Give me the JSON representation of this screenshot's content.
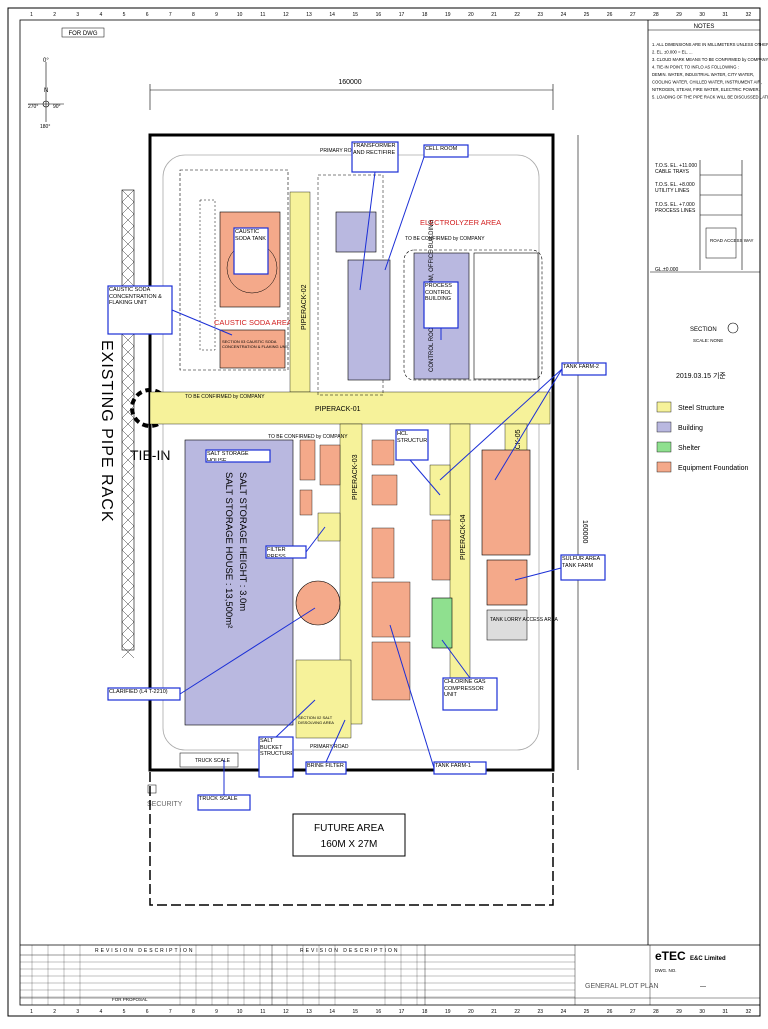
{
  "titles": {
    "top_left_stamp": "FOR DWG",
    "dimension_top": "160000",
    "dimension_right": "160000",
    "existing_pipe_rack": "EXISTING PIPE RACK",
    "tie_in": "TIE-IN"
  },
  "compass": {
    "n": "N",
    "zero": "0°",
    "east": "90°",
    "west": "270°",
    "south": "180°"
  },
  "areas": {
    "caustic_soda_area": "CAUSTIC SODA AREA",
    "electrolyzer_area": "ELECTROLYZER AREA",
    "to_be_confirmed_1": "TO BE CONFIRMED by COMPANY",
    "to_be_confirmed_2": "TO BE CONFIRMED by COMPANY",
    "to_be_confirmed_3": "TO BE CONFIRMED by COMPANY",
    "pipe_rack_01": "PIPERACK-01",
    "pipe_rack_02": "PIPERACK-02",
    "pipe_rack_03": "PIPERACK-03",
    "pipe_rack_04": "PIPERACK-04",
    "pipe_rack_05": "PIPERACK-05",
    "primary_road_top": "PRIMARY ROAD",
    "primary_road_bottom": "PRIMARY ROAD",
    "salt_house_line1": "SALT STORAGE HOUSE : 13,500m²",
    "salt_house_line2": "SALT STORAGE HEIGHT : 3.0m",
    "section_caustic": "SECTION 03 CAUSTIC SODA CONCENTRATION & FLAKING UNIT",
    "section_salt": "SECTION 02 SALT DISSOLVING AREA",
    "control_room": "CONTROL ROOM, SWITCH ROOM, OFFICE BUILDING",
    "truck_scale_small": "TRUCK SCALE",
    "security": "SECURITY",
    "future_area_line1": "FUTURE AREA",
    "future_area_line2": "160M X 27M",
    "tank_lorry": "TANK LORRY ACCESS AREA"
  },
  "callouts": [
    "TRANSFORMER AND RECTIFIRE",
    "CELL ROOM",
    "CAUSTIC SODA TANK",
    "CAUSTIC SODA CONCENTRATION & FLAKING UNIT",
    "PROCESS CONTROL BUILDING",
    "TANK FARM-2",
    "SALT STORAGE HOUSE",
    "HCL STRUCTURE",
    "FILTER PRESS",
    "SULFUR AREA TANK FARM",
    "CLARIFIED (L4 T-2210)",
    "CHLORINE GAS COMPRESSOR UNIT",
    "SALT BUCKET STRUCTURE",
    "BRINE FILTER",
    "TANK FARM-1",
    "TRUCK SCALE"
  ],
  "notes": {
    "header": "NOTES",
    "lines": [
      "1. ALL DIMENSIONS ARE IN MILLIMETERS UNLESS OTHERWISE NOTED.",
      "2. EL. ±0.000 = EL. ...",
      "3. CLOUD MARK MEANS TO BE CONFIRMED by COMPANY.",
      "4. TIE-IN POINT, TO INFLO AS FOLLOWING :",
      "   DEMIN. WATER, INDUSTRIAL WATER, CITY WATER,",
      "   COOLING WATER, CHILLED WATER, INSTRUMENT AIR,",
      "   NITROGEN, STEAM, FIRE WATER, ELECTRIC POWER.",
      "5. LOADING OF THE PIPE RACK WILL BE DISCUSSED LATER."
    ],
    "tos_lines": [
      "T.O.S. EL. +11.000",
      "T.O.S. EL. +8.000",
      "T.O.S. EL. +7.000"
    ],
    "tos_sub": [
      "CABLE TRAYS",
      "UTILITY LINES",
      "PROCESS LINES"
    ],
    "road_access": "ROAD ACCESS WAY",
    "gl": "GL.±0.000",
    "section_mark": "SECTION",
    "scale_none": "SCALE: NONE",
    "date": "2019.03.15 기준"
  },
  "legend": [
    {
      "label": "Steel Structure",
      "color": "#f6f29a"
    },
    {
      "label": "Building",
      "color": "#b9b8e0"
    },
    {
      "label": "Shelter",
      "color": "#8fe08f"
    },
    {
      "label": "Equipment Foundation",
      "color": "#f4a98a"
    }
  ],
  "title_block": {
    "revision_description_1": "REVISION DESCRIPTION",
    "revision_description_2": "REVISION DESCRIPTION",
    "for_proposal": "FOR PROPOSAL",
    "drawing_title": "GENERAL PLOT PLAN",
    "company": "eTEC",
    "company_sub": "E&C Limited",
    "dwg_no_label": "DWG. NO.",
    "dash": "—"
  },
  "colors": {
    "steel": "#f6f29a",
    "building": "#b9b8e0",
    "shelter": "#8fe08f",
    "foundation": "#f4a98a",
    "callout_blue": "#1b2fd6",
    "area_red": "#d21f1f"
  }
}
